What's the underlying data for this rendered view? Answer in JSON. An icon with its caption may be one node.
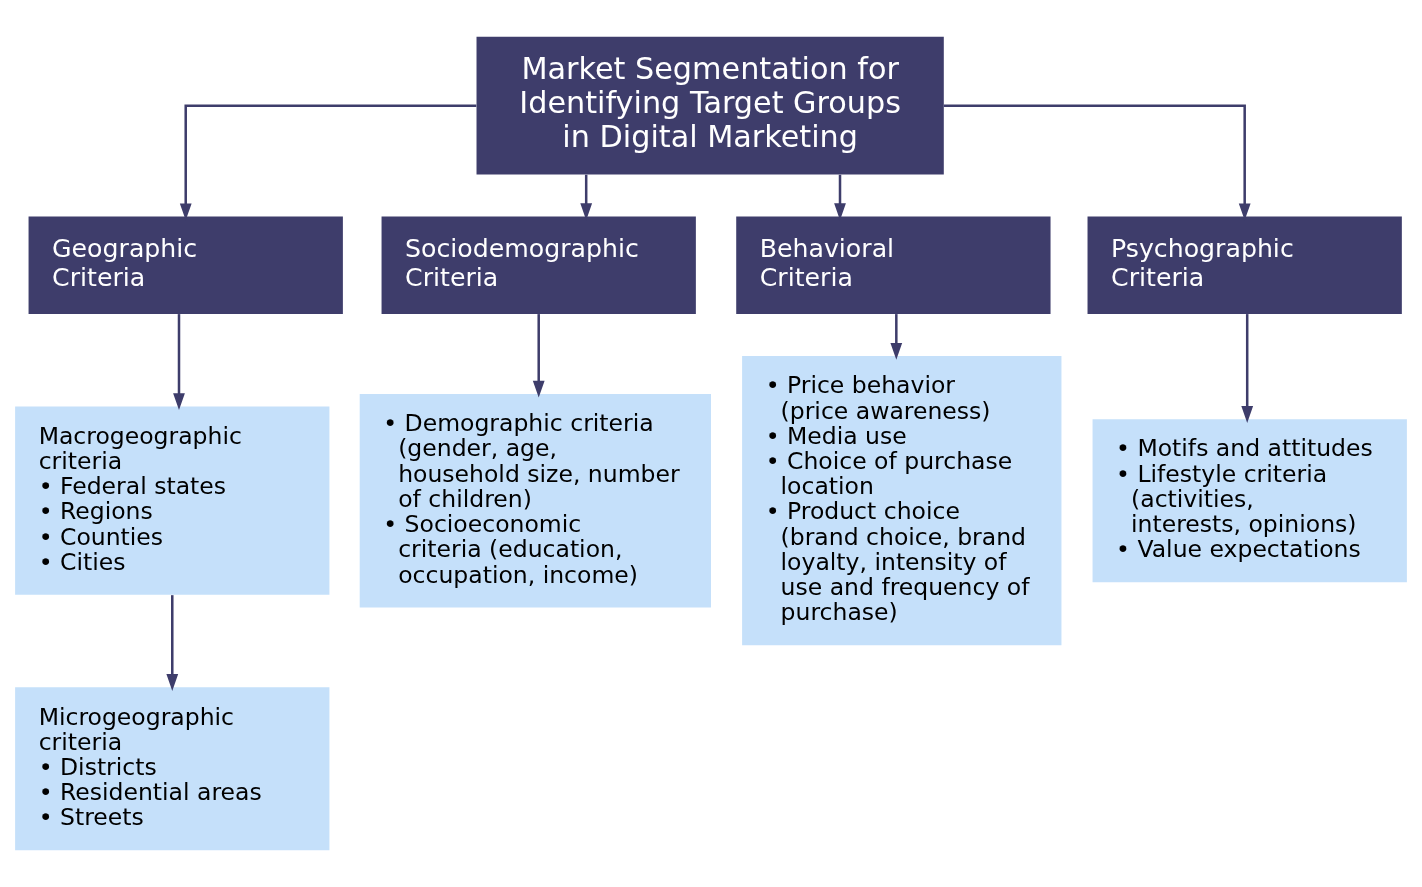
{
  "diagram": {
    "nodes": [
      {
        "text": [
          "Market Segmentation for Identifying Target Groups in Digital Marketing"
        ]
      },
      {
        "text": [
          "Geographic Criteria"
        ]
      },
      {
        "text": [
          "Sociodemographic Criteria"
        ]
      },
      {
        "text": [
          "Behavioral Criteria"
        ]
      },
      {
        "text": [
          "Psychographic Criteria"
        ]
      },
      {
        "text": [
          "Macrogeographic criteria",
          "• Federal states",
          "• Regions",
          "• Counties",
          "• Cities"
        ]
      },
      {
        "text": [
          "Microgeographic criteria",
          "• Districts",
          "• Residential areas",
          "• Streets"
        ]
      },
      {
        "text": [
          "• Demographic criteria (gender, age, household size, number of children)",
          "• Socioeconomic criteria (education, occupation, income)"
        ]
      },
      {
        "text": [
          "• Price behavior (price awareness)",
          "• Media use",
          "• Choice of purchase location",
          "• Product choice (brand choice, brand loyalty, intensity of use and frequency of purchase)"
        ]
      },
      {
        "text": [
          "• Motifs and attitudes",
          "• Lifestyle criteria (activities, interests, opinions)",
          "• Value expectations"
        ]
      }
    ],
    "edges": [
      {
        "from": 0,
        "to": 1,
        "arrow": "to"
      },
      {
        "from": 0,
        "to": 2,
        "arrow": "to"
      },
      {
        "from": 0,
        "to": 3,
        "arrow": "to"
      },
      {
        "from": 0,
        "to": 4,
        "arrow": "to"
      },
      {
        "from": 1,
        "to": 5,
        "arrow": "to"
      },
      {
        "from": 5,
        "to": 6,
        "arrow": "to"
      },
      {
        "from": 2,
        "to": 7,
        "arrow": "to"
      },
      {
        "from": 3,
        "to": 8,
        "arrow": "to"
      },
      {
        "from": 4,
        "to": 9,
        "arrow": "to"
      }
    ]
  }
}
